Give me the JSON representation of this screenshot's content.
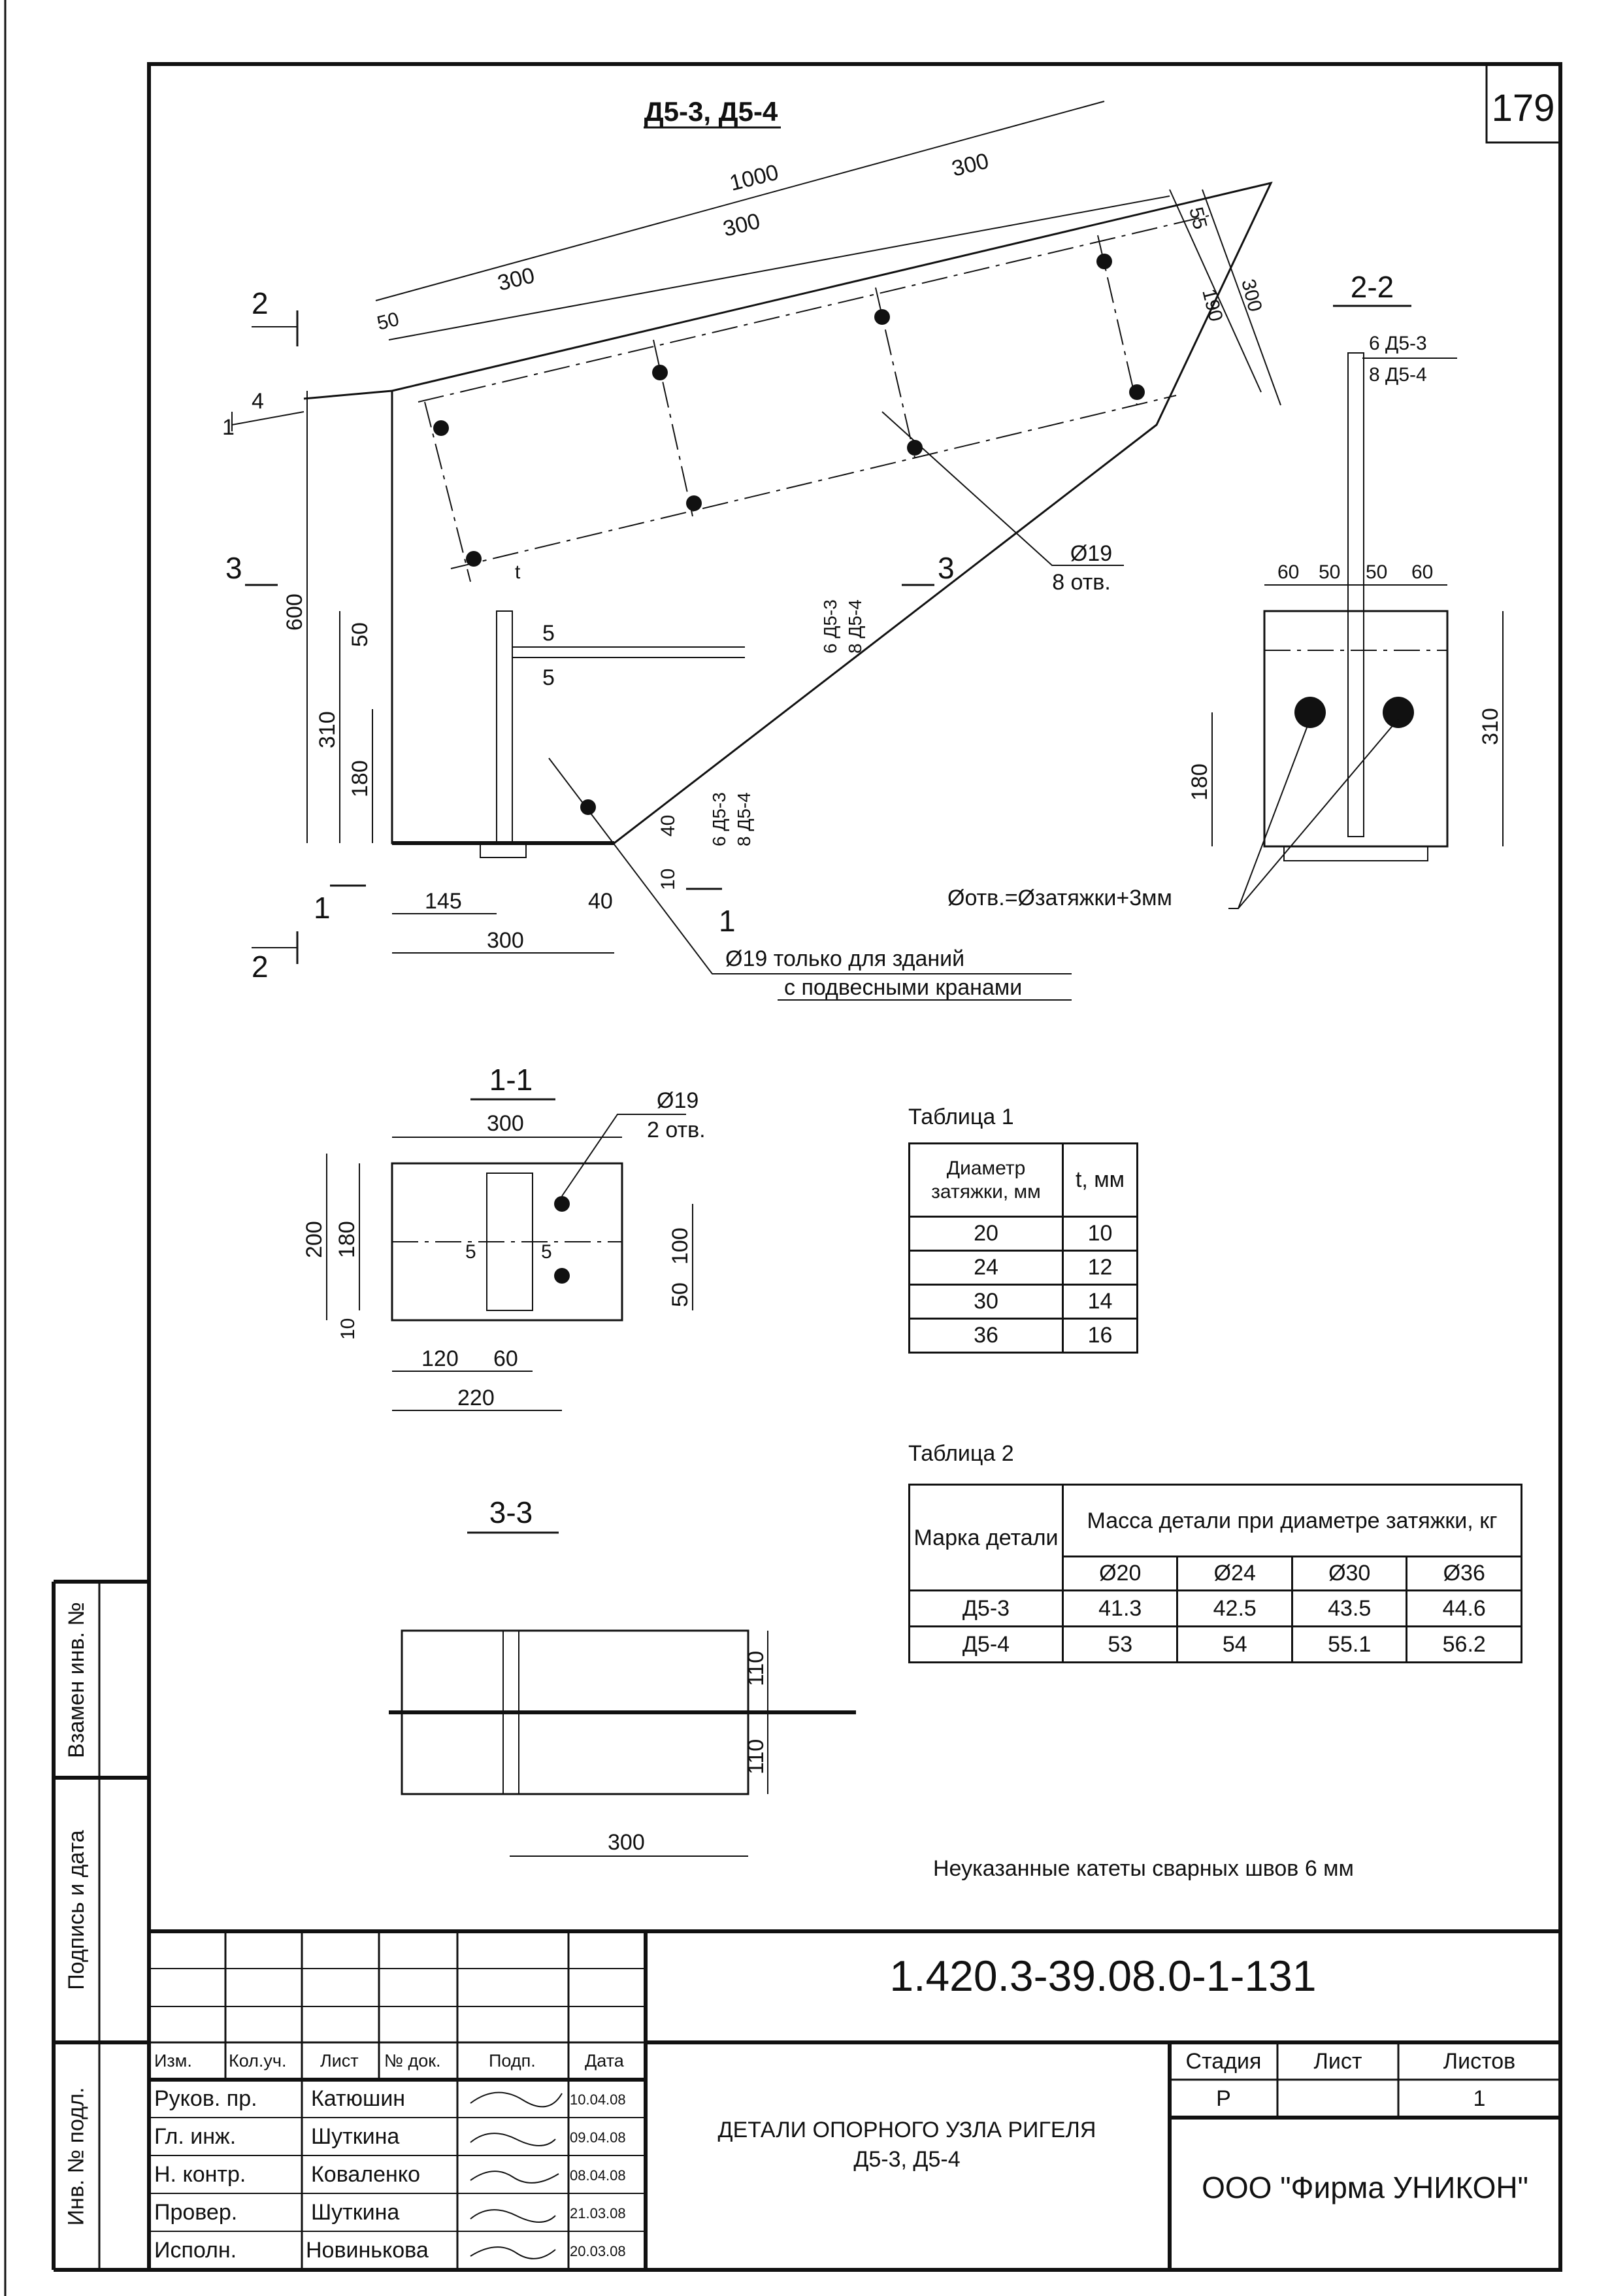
{
  "sheet_number": "179",
  "drawing_title": "Д5-3, Д5-4",
  "top_dims": {
    "total": "1000",
    "segA": "300",
    "segB": "300",
    "segC": "300",
    "edge": "50",
    "right1": "55",
    "right2": "190",
    "right3": "300"
  },
  "hole_note": {
    "dia": "Ø19",
    "count": "8 отв."
  },
  "left_dims": {
    "h600": "600",
    "h310": "310",
    "h180": "180",
    "h50": "50"
  },
  "bottom_dims": {
    "w145": "145",
    "w300": "300",
    "w40": "40",
    "h40": "40",
    "h10": "10"
  },
  "weld": {
    "a": "5",
    "b": "5",
    "d53": "6 Д5-3",
    "d54": "8 Д5-4",
    "t": "t"
  },
  "slope": {
    "one": "1",
    "four": "4"
  },
  "section_marks": {
    "s1": "1",
    "s2": "2",
    "s3": "3"
  },
  "crane_note": {
    "line1": "Ø19 только для зданий",
    "line2": "с подвесными кранами"
  },
  "section22": {
    "title": "2-2",
    "d53": "6 Д5-3",
    "d54": "8 Д5-4",
    "dims": [
      "60",
      "50",
      "50",
      "60"
    ],
    "h310": "310",
    "h180": "180",
    "note": "Øотв.=Øзатяжки+3мм"
  },
  "section11": {
    "title": "1-1",
    "w300": "300",
    "hole": "Ø19",
    "holes": "2 отв.",
    "h200": "200",
    "h180": "180",
    "h10": "10",
    "h100": "100",
    "h50": "50",
    "w120": "120",
    "w60": "60",
    "w220": "220",
    "w5a": "5",
    "w5b": "5"
  },
  "section33": {
    "title": "3-3",
    "h110a": "110",
    "h110b": "110",
    "w300": "300"
  },
  "table1": {
    "caption": "Таблица 1",
    "headers": [
      "Диаметр затяжки, мм",
      "t, мм"
    ],
    "rows": [
      [
        "20",
        "10"
      ],
      [
        "24",
        "12"
      ],
      [
        "30",
        "14"
      ],
      [
        "36",
        "16"
      ]
    ]
  },
  "table2": {
    "caption": "Таблица 2",
    "head_mark": "Марка детали",
    "head_mass": "Масса детали при диаметре затяжки, кг",
    "diameters": [
      "Ø20",
      "Ø24",
      "Ø30",
      "Ø36"
    ],
    "rows": [
      {
        "mark": "Д5-3",
        "values": [
          "41.3",
          "42.5",
          "43.5",
          "44.6"
        ]
      },
      {
        "mark": "Д5-4",
        "values": [
          "53",
          "54",
          "55.1",
          "56.2"
        ]
      }
    ]
  },
  "weld_note": "Неуказанные катеты сварных швов 6 мм",
  "side_labels": {
    "replace": "Взамен инв. №",
    "sign": "Подпись и дата",
    "inv": "Инв. № подл."
  },
  "title_block": {
    "doc_code": "1.420.3-39.08.0-1-131",
    "col_headers": [
      "Изм.",
      "Кол.уч.",
      "Лист",
      "№ док.",
      "Подп.",
      "Дата"
    ],
    "people": [
      {
        "role": "Руков. пр.",
        "name": "Катюшин",
        "date": "10.04.08"
      },
      {
        "role": "Гл. инж.",
        "name": "Шуткина",
        "date": "09.04.08"
      },
      {
        "role": "Н. контр.",
        "name": "Коваленко",
        "date": "08.04.08"
      },
      {
        "role": "Провер.",
        "name": "Шуткина",
        "date": "21.03.08"
      },
      {
        "role": "Исполн.",
        "name": "Новинькова",
        "date": "20.03.08"
      }
    ],
    "name_line1": "ДЕТАЛИ ОПОРНОГО УЗЛА РИГЕЛЯ",
    "name_line2": "Д5-3, Д5-4",
    "stage_header": "Стадия",
    "sheet_header": "Лист",
    "sheets_header": "Листов",
    "stage": "Р",
    "sheet": "",
    "sheets": "1",
    "company": "ООО \"Фирма УНИКОН\""
  }
}
